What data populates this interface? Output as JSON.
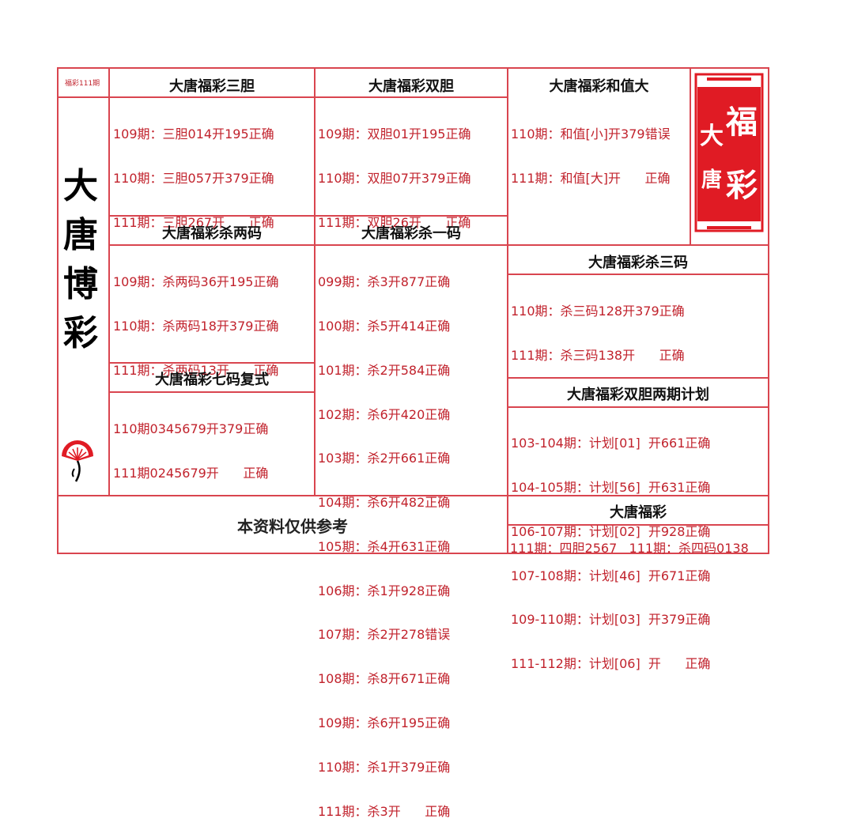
{
  "issue_label": "福彩111期",
  "brand_vertical": [
    "大",
    "唐",
    "博",
    "彩"
  ],
  "sections": {
    "sandan": {
      "title": "大唐福彩三胆",
      "lines": [
        "109期：三胆014开195正确",
        "110期：三胆057开379正确",
        "111期：三胆267开      正确"
      ]
    },
    "shuangdan": {
      "title": "大唐福彩双胆",
      "lines": [
        "109期：双胆01开195正确",
        "110期：双胆07开379正确",
        "111期：双胆26开      正确"
      ]
    },
    "hezhi": {
      "title": "大唐福彩和值大",
      "lines": [
        "110期：和值[小]开379错误",
        "111期：和值[大]开      正确"
      ]
    },
    "shaliang": {
      "title": "大唐福彩杀两码",
      "lines": [
        "109期：杀两码36开195正确",
        "110期：杀两码18开379正确",
        "111期：杀两码13开      正确"
      ]
    },
    "shayi": {
      "title": "大唐福彩杀一码",
      "lines": [
        "099期：杀3开877正确",
        "100期：杀5开414正确",
        "101期：杀2开584正确",
        "102期：杀6开420正确",
        "103期：杀2开661正确",
        "104期：杀6开482正确",
        "105期：杀4开631正确",
        "106期：杀1开928正确",
        "107期：杀2开278错误",
        "108期：杀8开671正确",
        "109期：杀6开195正确",
        "110期：杀1开379正确",
        "111期：杀3开      正确"
      ]
    },
    "shasan": {
      "title": "大唐福彩杀三码",
      "lines": [
        "110期：杀三码128开379正确",
        "111期：杀三码138开      正确"
      ]
    },
    "qima": {
      "title": "大唐福彩七码复式",
      "lines": [
        "110期0345679开379正确",
        "111期0245679开      正确"
      ]
    },
    "liangqi": {
      "title": "大唐福彩双胆两期计划",
      "lines": [
        "103-104期：计划[01]  开661正确",
        "104-105期：计划[56]  开631正确",
        "106-107期：计划[02]  开928正确",
        "107-108期：计划[46]  开671正确",
        "109-110期：计划[03]  开379正确",
        "111-112期：计划[06]  开      正确"
      ]
    },
    "datang": {
      "title": "大唐福彩",
      "line": "111期：四胆2567   111期：杀四码0138"
    }
  },
  "note": "本资料仅供参考",
  "seal": {
    "chars": [
      "福",
      "彩",
      "大",
      "唐"
    ],
    "color": "#e01b24"
  },
  "icons": {
    "fan": "fan-logo-icon"
  },
  "colors": {
    "border": "#d9454f",
    "text_red": "#c1222c",
    "title": "#111111"
  }
}
